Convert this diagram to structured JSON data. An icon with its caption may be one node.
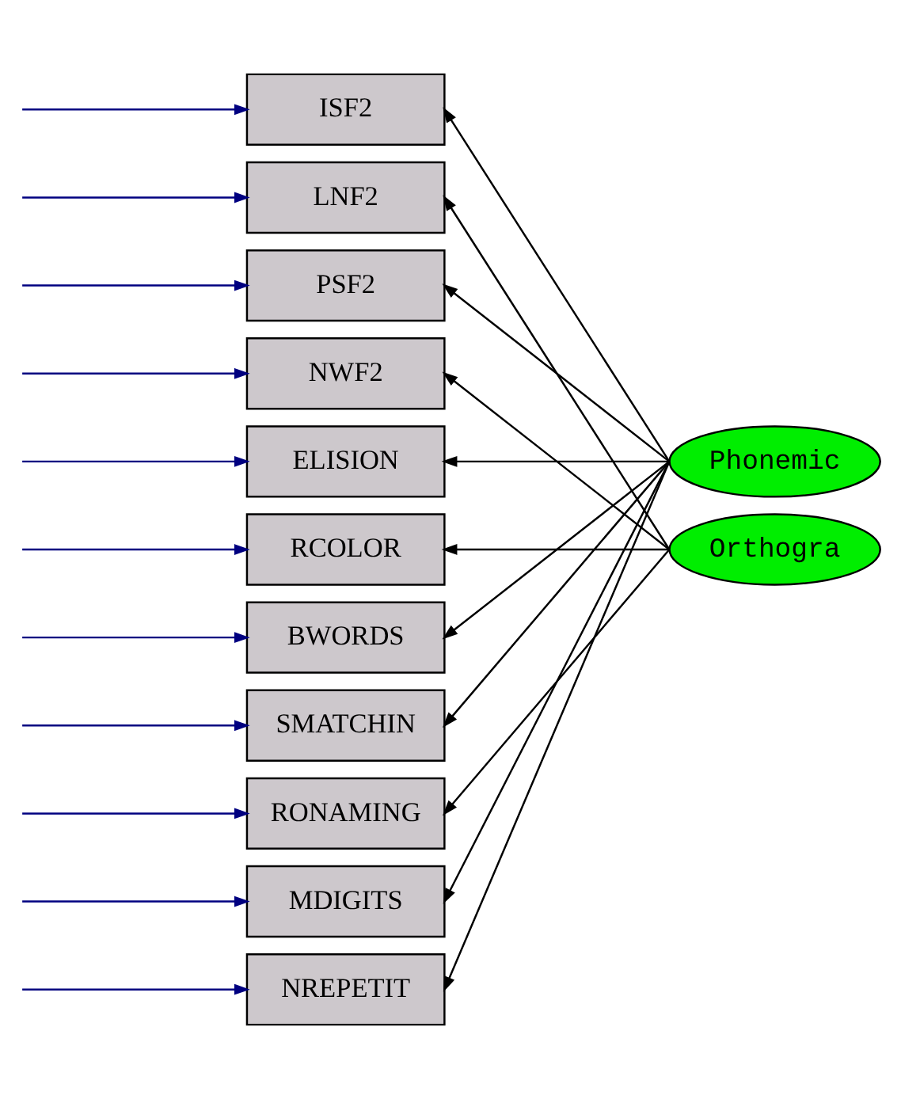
{
  "diagram": {
    "nodes": [
      {
        "text": [
          "ISF2"
        ]
      },
      {
        "text": [
          "LNF2"
        ]
      },
      {
        "text": [
          "PSF2"
        ]
      },
      {
        "text": [
          "NWF2"
        ]
      },
      {
        "text": [
          "ELISION"
        ]
      },
      {
        "text": [
          "RCOLOR"
        ]
      },
      {
        "text": [
          "BWORDS"
        ]
      },
      {
        "text": [
          "SMATCHIN"
        ]
      },
      {
        "text": [
          "RONAMING"
        ]
      },
      {
        "text": [
          "MDIGITS"
        ]
      },
      {
        "text": [
          "NREPETIT"
        ]
      },
      {
        "text": [
          "Phonemic"
        ]
      },
      {
        "text": [
          "Orthogra"
        ]
      }
    ],
    "edges": [
      {
        "from": null,
        "to": 0,
        "arrow": "to",
        "color": "#000080"
      },
      {
        "from": null,
        "to": 1,
        "arrow": "to",
        "color": "#000080"
      },
      {
        "from": null,
        "to": 2,
        "arrow": "to",
        "color": "#000080"
      },
      {
        "from": null,
        "to": 3,
        "arrow": "to",
        "color": "#000080"
      },
      {
        "from": null,
        "to": 4,
        "arrow": "to",
        "color": "#000080"
      },
      {
        "from": null,
        "to": 5,
        "arrow": "to",
        "color": "#000080"
      },
      {
        "from": null,
        "to": 6,
        "arrow": "to",
        "color": "#000080"
      },
      {
        "from": null,
        "to": 7,
        "arrow": "to",
        "color": "#000080"
      },
      {
        "from": null,
        "to": 8,
        "arrow": "to",
        "color": "#000080"
      },
      {
        "from": null,
        "to": 9,
        "arrow": "to",
        "color": "#000080"
      },
      {
        "from": null,
        "to": 10,
        "arrow": "to",
        "color": "#000080"
      },
      {
        "from": 11,
        "to": 0,
        "arrow": "to",
        "color": "#000000"
      },
      {
        "from": 12,
        "to": 1,
        "arrow": "to",
        "color": "#000000"
      },
      {
        "from": 11,
        "to": 2,
        "arrow": "to",
        "color": "#000000"
      },
      {
        "from": 12,
        "to": 3,
        "arrow": "to",
        "color": "#000000"
      },
      {
        "from": 11,
        "to": 4,
        "arrow": "to",
        "color": "#000000"
      },
      {
        "from": 12,
        "to": 5,
        "arrow": "to",
        "color": "#000000"
      },
      {
        "from": 11,
        "to": 6,
        "arrow": "to",
        "color": "#000000"
      },
      {
        "from": 11,
        "to": 7,
        "arrow": "to",
        "color": "#000000"
      },
      {
        "from": 12,
        "to": 8,
        "arrow": "to",
        "color": "#000000"
      },
      {
        "from": 11,
        "to": 9,
        "arrow": "to",
        "color": "#000000"
      },
      {
        "from": 11,
        "to": 10,
        "arrow": "to",
        "color": "#000000"
      }
    ]
  }
}
